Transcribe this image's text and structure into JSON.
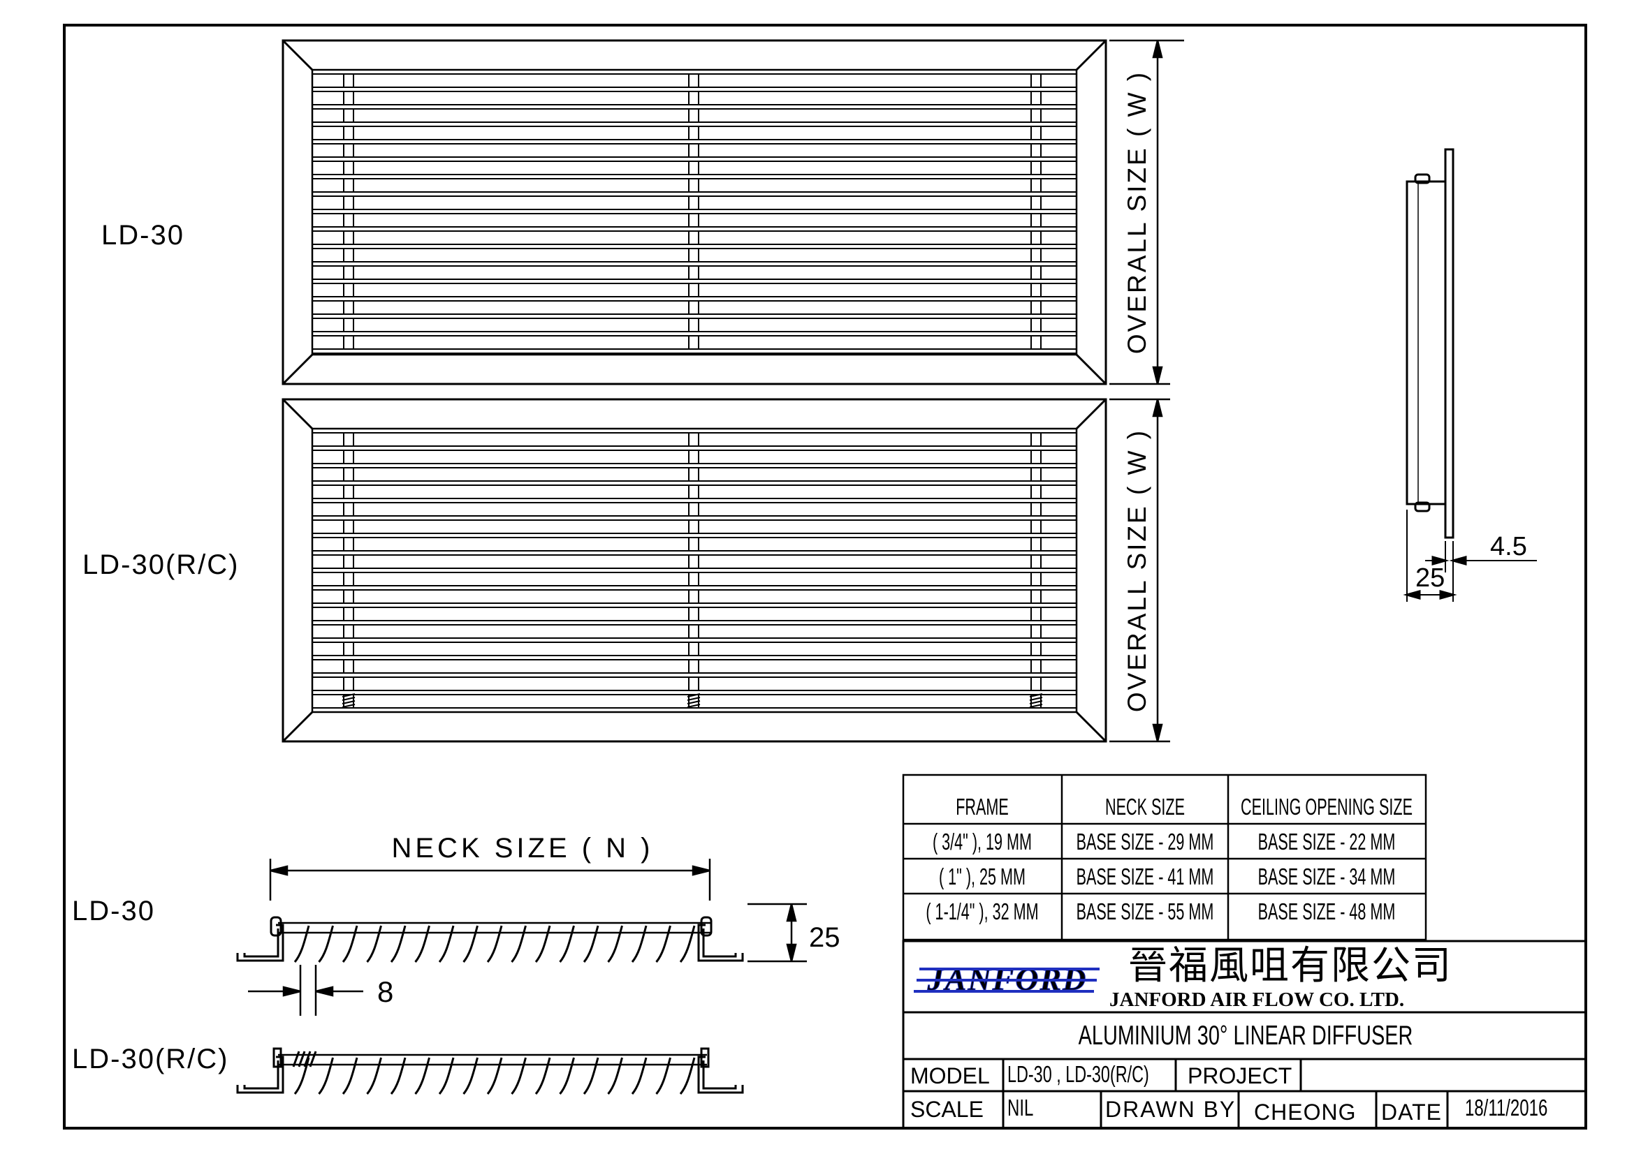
{
  "labels": {
    "top_model": "LD-30",
    "mid_model": "LD-30(R/C)",
    "overall_size_top": "OVERALL SIZE ( W )",
    "overall_size_mid": "OVERALL SIZE ( W )",
    "neck_size": "NECK SIZE ( N )",
    "sec_ld30": "LD-30",
    "sec_ldrc": "LD-30(R/C)",
    "dim_25_section": "25",
    "dim_8": "8",
    "dim_45": "4.5",
    "dim_25_side": "25"
  },
  "spec_table": {
    "headers": [
      "FRAME",
      "NECK SIZE",
      "CEILING OPENING SIZE"
    ],
    "rows": [
      [
        "( 3/4\" ), 19 MM",
        "BASE SIZE - 29 MM",
        "BASE SIZE - 22 MM"
      ],
      [
        "( 1\" ), 25 MM",
        "BASE SIZE - 41 MM",
        "BASE SIZE - 34 MM"
      ],
      [
        "( 1-1/4\" ), 32 MM",
        "BASE SIZE - 55 MM",
        "BASE SIZE - 48 MM"
      ]
    ]
  },
  "title_block": {
    "logo": "JANFORD",
    "company_chinese": "晉福風咀有限公司",
    "company_english": "JANFORD AIR FLOW CO. LTD.",
    "drawing_title": "ALUMINIUM 30° LINEAR DIFFUSER",
    "model_label": "MODEL",
    "model_value": "LD-30 , LD-30(R/C)",
    "project_label": "PROJECT",
    "project_value": "",
    "scale_label": "SCALE",
    "scale_value": "NIL",
    "drawn_by_label": "DRAWN BY",
    "drawn_by_value": "CHEONG",
    "date_label": "DATE",
    "date_value": "18/11/2016"
  },
  "colors": {
    "line": "#000000",
    "logo": "#1f2fbf",
    "background": "#ffffff"
  }
}
